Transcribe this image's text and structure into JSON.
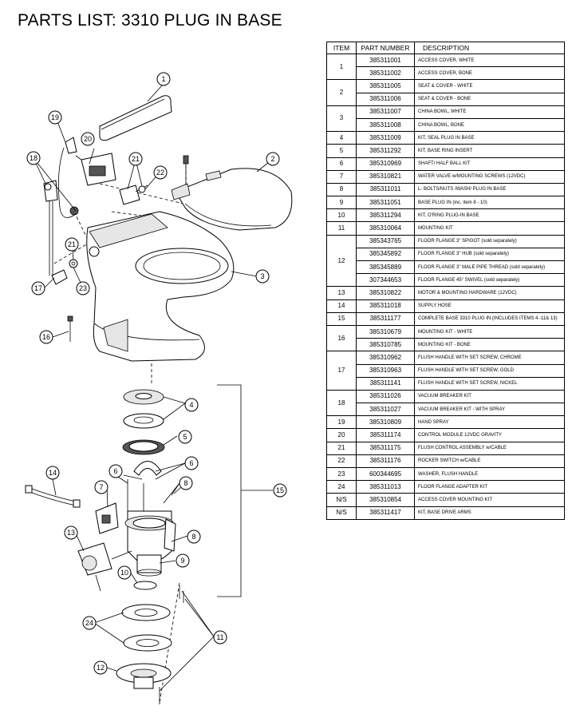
{
  "title": "PARTS LIST:  3310 PLUG IN BASE",
  "table": {
    "headers": [
      "ITEM",
      "PART NUMBER",
      "DESCRIPTION"
    ],
    "rows": [
      {
        "item": "1",
        "pn": "385311001",
        "desc": "ACCESS COVER, WHITE"
      },
      {
        "item": "",
        "pn": "385311002",
        "desc": "ACCESS COVER, BONE"
      },
      {
        "item": "2",
        "pn": "385311005",
        "desc": "SEAT & COVER - WHITE"
      },
      {
        "item": "",
        "pn": "385311006",
        "desc": "SEAT & COVER - BONE"
      },
      {
        "item": "3",
        "pn": "385311007",
        "desc": "CHINA BOWL, WHITE"
      },
      {
        "item": "",
        "pn": "385311008",
        "desc": "CHINA BOWL, BONE"
      },
      {
        "item": "4",
        "pn": "385311009",
        "desc": "KIT, SEAL PLUG IN BASE"
      },
      {
        "item": "5",
        "pn": "385311292",
        "desc": "KIT, BASE RING INSERT"
      },
      {
        "item": "6",
        "pn": "385310969",
        "desc": "SHAFT/ HALF BALL KIT"
      },
      {
        "item": "7",
        "pn": "385310821",
        "desc": "WATER VALVE w/MOUNTING SCREWS (12VDC)"
      },
      {
        "item": "8",
        "pn": "385311011",
        "desc": "L- BOLTS/NUTS /WASH/ PLUG IN BASE"
      },
      {
        "item": "9",
        "pn": "385311051",
        "desc": "BASE  PLUG IN  (inc. item 8 - 10)"
      },
      {
        "item": "10",
        "pn": "385311294",
        "desc": "KIT, O'RING PLUG-IN BASE"
      },
      {
        "item": "11",
        "pn": "385310064",
        "desc": "MOUNTING KIT"
      },
      {
        "item": "12",
        "pn": "385343765",
        "desc": "FLOOR FLANGE 3\" SPIGOT  (sold separately)"
      },
      {
        "item": "",
        "pn": "385345892",
        "desc": "FLOOR FLANGE 3\" HUB  (sold separately)"
      },
      {
        "item": "",
        "pn": "385345889",
        "desc": "FLOOR FLANGE 3\" MALE PIPE THREAD  (sold separately)"
      },
      {
        "item": "",
        "pn": "307344653",
        "desc": "FLOOR FLANGE 45° SWIVEL  (sold separately)"
      },
      {
        "item": "13",
        "pn": "385310822",
        "desc": "MOTOR & MOUNTING HARDWARE (12VDC)"
      },
      {
        "item": "14",
        "pn": "385311018",
        "desc": "SUPPLY HOSE"
      },
      {
        "item": "15",
        "pn": "385311177",
        "desc": "COMPLETE BASE  3310 PLUG IN  (INCLUDES ITEMS 4 -11& 13)"
      },
      {
        "item": "16",
        "pn": "385310679",
        "desc": "MOUNTING KIT - WHITE"
      },
      {
        "item": "",
        "pn": "385310785",
        "desc": "MOUNTING KIT - BONE"
      },
      {
        "item": "17",
        "pn": "385310962",
        "desc": "FLUSH HANDLE WITH SET SCREW, CHROME"
      },
      {
        "item": "",
        "pn": "385310963",
        "desc": "FLUSH HANDLE WITH SET SCREW, GOLD"
      },
      {
        "item": "",
        "pn": "385311141",
        "desc": "FLUSH HANDLE WITH SET SCREW, NICKEL"
      },
      {
        "item": "18",
        "pn": "385311026",
        "desc": "VACUUM BREAKER KIT"
      },
      {
        "item": "",
        "pn": "385311027",
        "desc": "VACUUM BREAKER KIT - WITH SPRAY"
      },
      {
        "item": "19",
        "pn": "385310809",
        "desc": "HAND SPRAY"
      },
      {
        "item": "20",
        "pn": "385311174",
        "desc": "CONTROL MODULE 12VDC GRAVITY"
      },
      {
        "item": "21",
        "pn": "385311175",
        "desc": "FLUSH CONTROL ASSEMBLY w/CABLE"
      },
      {
        "item": "22",
        "pn": "385311176",
        "desc": "ROCKER SWITCH w/CABLE"
      },
      {
        "item": "23",
        "pn": "600344695",
        "desc": "WASHER, FLUSH HANDLE"
      },
      {
        "item": "24",
        "pn": "385311013",
        "desc": "FLOOR FLANGE ADAPTER KIT"
      },
      {
        "item": "N/S",
        "pn": "385310854",
        "desc": "ACCESS COVER MOUNTING KIT"
      },
      {
        "item": "N/S",
        "pn": "385311417",
        "desc": "KIT, BASE DRIVE ARMS"
      }
    ]
  },
  "callouts": {
    "c1": "1",
    "c2": "2",
    "c3": "3",
    "c4": "4",
    "c5": "5",
    "c6a": "6",
    "c6b": "6",
    "c7": "7",
    "c8a": "8",
    "c8b": "8",
    "c9": "9",
    "c10": "10",
    "c11": "11",
    "c12": "12",
    "c13": "13",
    "c14": "14",
    "c15": "15",
    "c16": "16",
    "c17": "17",
    "c18": "18",
    "c19": "19",
    "c20": "20",
    "c21a": "21",
    "c21b": "21",
    "c22": "22",
    "c23": "23",
    "c24": "24"
  }
}
